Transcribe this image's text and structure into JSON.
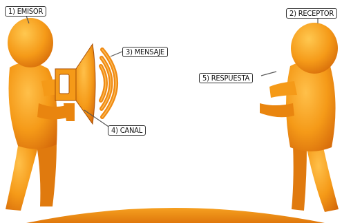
{
  "labels": {
    "emisor": "1) EMISOR",
    "receptor": "2) RECEPTOR",
    "mensaje": "3) MENSAJE",
    "canal": "4) CANAL",
    "respuesta": "5) RESPUESTA"
  },
  "colors": {
    "figure_light": "#f7a21c",
    "figure_mid": "#f08a12",
    "figure_dark": "#d86e0a",
    "leader_line": "#555555"
  },
  "icons": [
    "person-emisor",
    "person-receptor",
    "megaphone-icon",
    "sound-waves-icon"
  ]
}
